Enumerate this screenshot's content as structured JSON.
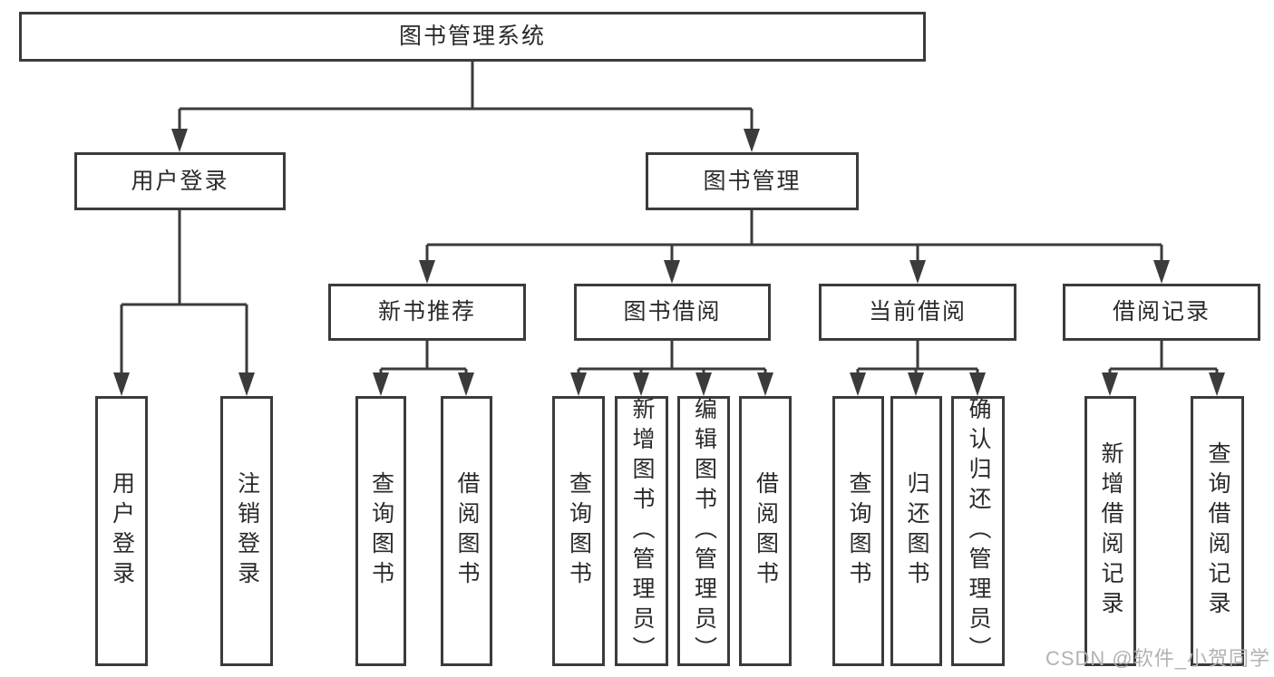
{
  "diagram": {
    "watermark": "CSDN @软件_小贺同学",
    "colors": {
      "line": "#3b3b3b",
      "text": "#2a2a2a",
      "watermark": "#b2b2b2",
      "background": "#ffffff"
    },
    "tree": {
      "root": "图书管理系统",
      "branches": [
        {
          "label": "用户登录",
          "children": [
            "用户登录",
            "注销登录"
          ]
        },
        {
          "label": "图书管理",
          "sections": [
            {
              "label": "新书推荐",
              "children": [
                "查询图书",
                "借阅图书"
              ]
            },
            {
              "label": "图书借阅",
              "children": [
                "查询图书",
                "新增图书（管理员）",
                "编辑图书（管理员）",
                "借阅图书"
              ]
            },
            {
              "label": "当前借阅",
              "children": [
                "查询图书",
                "归还图书",
                "确认归还（管理员）"
              ]
            },
            {
              "label": "借阅记录",
              "children": [
                "新增借阅记录",
                "查询借阅记录"
              ]
            }
          ]
        }
      ]
    }
  }
}
